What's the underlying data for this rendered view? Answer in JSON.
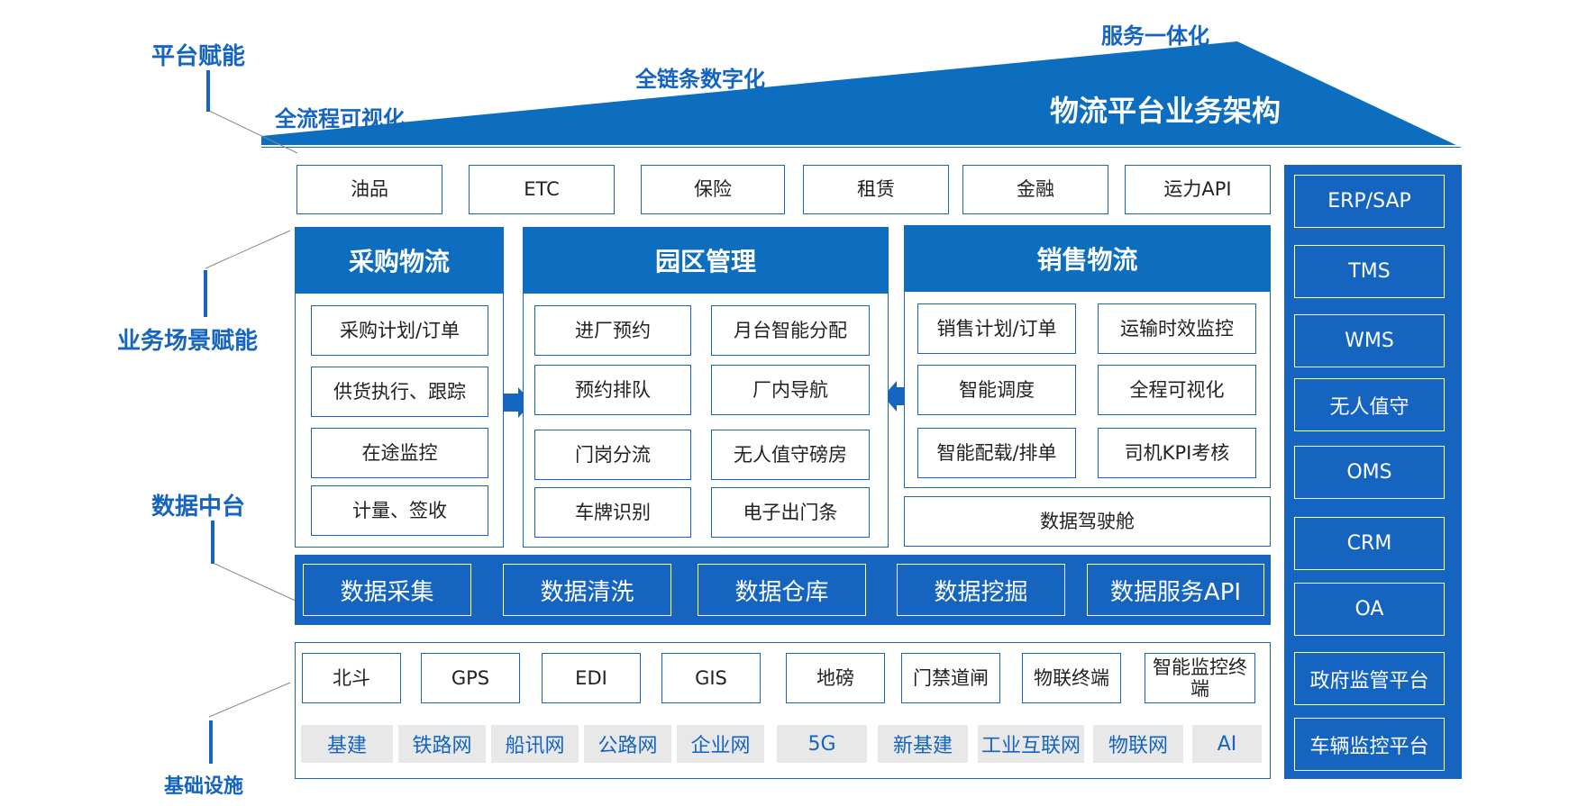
{
  "side_labels": {
    "platform": "平台赋能",
    "business": "业务场景赋能",
    "data": "数据中台",
    "infra": "基础设施"
  },
  "roof": {
    "process": "全流程可视化",
    "chain": "全链条数字化",
    "service": "服务一体化",
    "title": "物流平台业务架构"
  },
  "top_services": [
    "油品",
    "ETC",
    "保险",
    "租赁",
    "金融",
    "运力API"
  ],
  "procurement": {
    "title": "采购物流",
    "items": [
      "采购计划/订单",
      "供货执行、跟踪",
      "在途监控",
      "计量、签收"
    ]
  },
  "park": {
    "title": "园区管理",
    "items": [
      "进厂预约",
      "月台智能分配",
      "预约排队",
      "厂内导航",
      "门岗分流",
      "无人值守磅房",
      "车牌识别",
      "电子出门条"
    ]
  },
  "sales": {
    "title": "销售物流",
    "items": [
      "销售计划/订单",
      "运输时效监控",
      "智能调度",
      "全程可视化",
      "智能配载/排单",
      "司机KPI考核"
    ]
  },
  "cockpit": "数据驾驶舱",
  "data_platform": [
    "数据采集",
    "数据清洗",
    "数据仓库",
    "数据挖掘",
    "数据服务API"
  ],
  "infra_top": [
    "北斗",
    "GPS",
    "EDI",
    "GIS",
    "地磅",
    "门禁道闸",
    "物联终端",
    "智能监控终端"
  ],
  "infra_bottom": [
    "基建",
    "铁路网",
    "船讯网",
    "公路网",
    "企业网",
    "5G",
    "新基建",
    "工业互联网",
    "物联网",
    "AI"
  ],
  "right_systems": [
    "ERP/SAP",
    "TMS",
    "WMS",
    "无人值守",
    "OMS",
    "CRM",
    "OA",
    "政府监管平台",
    "车辆监控平台"
  ],
  "colors": {
    "accent": "#1565c0",
    "header": "#0d6ec0",
    "grey": "#e8e8e8"
  }
}
